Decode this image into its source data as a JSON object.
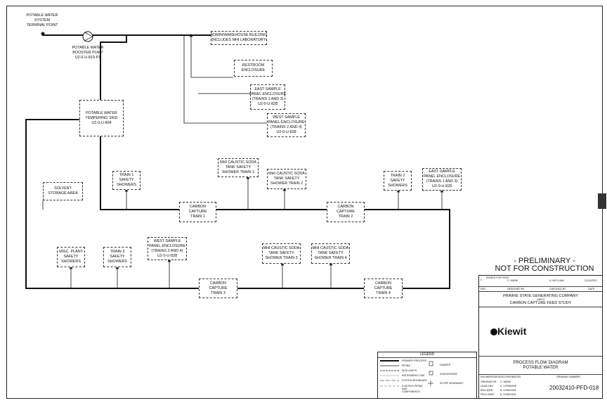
{
  "terminal": {
    "lines": [
      "POTABLE WATER",
      "SYSTEM",
      "TERMINAL POINT"
    ]
  },
  "pump": {
    "lines": [
      "POTABLE WATER",
      "BOOSTER PUMP",
      "U2-0-U-819-P1"
    ]
  },
  "boxes": {
    "admin": [
      "ADMIN/WAREHOUSE BUILDING",
      "(INCLUDES MHI LABORATORY)"
    ],
    "restroom": [
      "RESTROOM",
      "ENCLOSURE"
    ],
    "east_sample": [
      "EAST SAMPLE",
      "PANEL ENCLOSURE",
      "(TRAINS 1 AND 3)",
      "U2-0-U-828"
    ],
    "west_sample": [
      "WEST SAMPLE",
      "PANEL ENCLOSURE",
      "(TRAINS 2 AND 4)",
      "U2-0-U-828"
    ],
    "tempering": [
      "POTABLE WATER",
      "TEMPERING SKID",
      "U2-0-U-804"
    ],
    "solvent": [
      "SOLVENT",
      "STORAGE AREA"
    ],
    "train1_showers": [
      "TRAIN 1",
      "SAFETY",
      "SHOWERS"
    ],
    "mhi_train1": [
      "MHI CAUSTIC SODA",
      "TANK SAFETY",
      "SHOWER TRAIN 1"
    ],
    "mhi_train2": [
      "MHI CAUSTIC SODA",
      "TANK SAFETY",
      "SHOWER TRAIN 2"
    ],
    "train2_showers": [
      "TRAIN 2",
      "SAFETY",
      "SHOWERS"
    ],
    "east_sample_2": [
      "EAST SAMPLE",
      "PANEL ENCLOSURE",
      "(TRAINS 1 AND 3)",
      "U2-0-U-828"
    ],
    "cc1": [
      "CARBON",
      "CAPTURE",
      "TRAIN 1"
    ],
    "cc2": [
      "CARBON",
      "CAPTURE",
      "TRAIN 2"
    ],
    "misc_showers": [
      "MISC. PLANT",
      "SAFETY",
      "SHOWERS"
    ],
    "train3_showers": [
      "TRAIN 3",
      "SAFETY",
      "SHOWERS"
    ],
    "west_sample_2": [
      "WEST SAMPLE",
      "PANEL ENCLOSURE",
      "(TRAINS 2 AND 4)",
      "U2-0-U-828"
    ],
    "mhi_train3": [
      "MHI CAUSTIC SODA",
      "TANK SAFETY",
      "SHOWER TRAIN 3"
    ],
    "mhi_train4": [
      "MHI CAUSTIC SODA",
      "TANK SAFETY",
      "SHOWER TRAIN 4"
    ],
    "cc3": [
      "CARBON",
      "CAPTURE",
      "TRAIN 3"
    ],
    "cc4": [
      "CARBON",
      "CAPTURE",
      "TRAIN 4"
    ]
  },
  "preliminary": [
    "- PRELIMINARY -",
    "NOT FOR CONSTRUCTION"
  ],
  "revision": {
    "rev": "0",
    "description": "ISSUED FOR FEED",
    "designed": "C. MUNK",
    "checked": "A. MCCLAIN",
    "date": "21/10/2021",
    "h_rev": "REV",
    "h_designed": "DESIGNED BY",
    "h_checked": "CHECKED BY",
    "h_date": "DATE"
  },
  "company": [
    "PRAIRIE STATE GENERATING COMPANY",
    "UNIT2",
    "CARBON CAPTURE FEED STUDY"
  ],
  "logo": "Kiewit",
  "drawing_title": [
    "PROCESS FLOW DIAGRAM",
    "POTABLE WATER"
  ],
  "signoff": {
    "h_role": "ENGINEER/DESIGN ORIGINATOR",
    "h_number": "DRAWING NUMBER",
    "rows": [
      {
        "role": "ORIGINATOR",
        "name": "C. MUNK"
      },
      {
        "role": "LEAD ENG",
        "name": "K. LEFEBVRE"
      },
      {
        "role": "ENG MGR",
        "name": "B. DONOVAN"
      },
      {
        "role": "PROJ MGR",
        "name": "B. DONOVAN"
      }
    ],
    "drawing_number": "20032410-PFD-018"
  },
  "legend": {
    "title": "LEGEND",
    "items": [
      "PRIMARY PROCESS",
      "PIPING",
      "SKID LIMITS",
      "INSTRUMENT LINE",
      "SYSTEM BOUNDARY",
      "EXISTING PIPING AND COMPONENTS"
    ],
    "symbols": [
      "DAMPER",
      "ATMOSPHERE",
      "SCOPE BOUNDARY"
    ]
  }
}
